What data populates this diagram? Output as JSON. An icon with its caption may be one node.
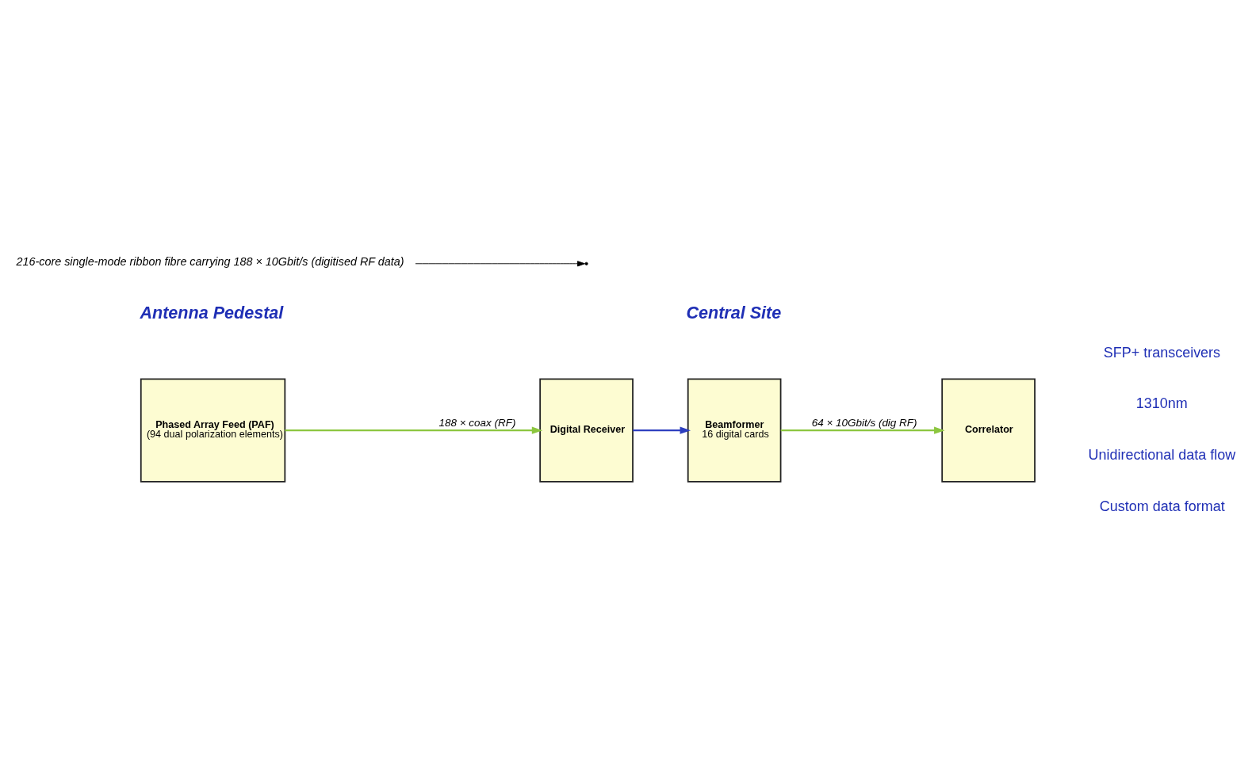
{
  "diagram": {
    "nodes": [
      {
        "text": [
          "Phased Array Feed (PAF)",
          "(94 dual polarization elements)"
        ]
      },
      {
        "text": [
          "Digital Receiver"
        ]
      },
      {
        "text": [
          "Beamformer",
          "16 digital cards"
        ]
      },
      {
        "text": [
          "Correlator"
        ]
      },
      {
        "text": [
          "216-core single-mode ribbon fibre carrying 188 × 10Gbit/s (digitised RF data)"
        ]
      }
    ],
    "edges": [
      {
        "from": 0,
        "to": 1,
        "arrow": "to",
        "label": "188 × coax (RF)",
        "color": "#8cc63f"
      },
      {
        "from": 1,
        "to": 2,
        "arrow": "to",
        "color": "#2e3fbf"
      },
      {
        "from": 2,
        "to": 3,
        "arrow": "to",
        "label": "64 × 10Gbit/s (dig RF)",
        "color": "#8cc63f"
      },
      {
        "from": 4,
        "to": null,
        "arrow": "to",
        "color": "#000000"
      }
    ],
    "labels": [
      "Antenna Pedestal",
      "Central Site",
      "SFP+ transceivers",
      "1310nm",
      "Unidirectional data flow",
      "Custom data format"
    ]
  }
}
